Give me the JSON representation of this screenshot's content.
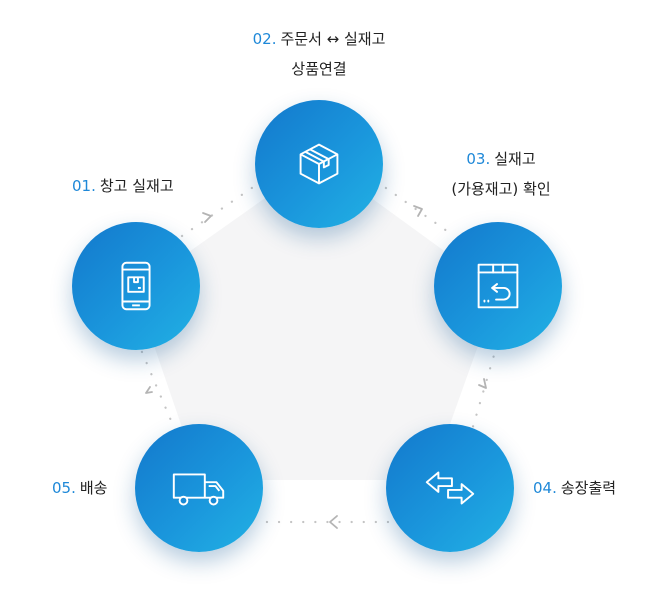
{
  "steps": [
    {
      "num": "01.",
      "title": "창고 실재고",
      "icon": "mobile-box-icon"
    },
    {
      "num": "02.",
      "title_line1": "주문서 ↔ 실재고",
      "title_line2": "상품연결",
      "icon": "package-box-icon"
    },
    {
      "num": "03.",
      "title_line1": "실재고",
      "title_line2": "(가용재고) 확인",
      "icon": "box-return-icon"
    },
    {
      "num": "04.",
      "title": "송장출력",
      "icon": "exchange-arrows-icon"
    },
    {
      "num": "05.",
      "title": "배송",
      "icon": "delivery-truck-icon"
    }
  ],
  "colors": {
    "accent": "#1e88d8",
    "circle_start": "#1378cc",
    "circle_end": "#22b2e4",
    "text": "#222222",
    "dots": "#c8c8c8",
    "pentagon_fill": "#f5f5f6"
  }
}
